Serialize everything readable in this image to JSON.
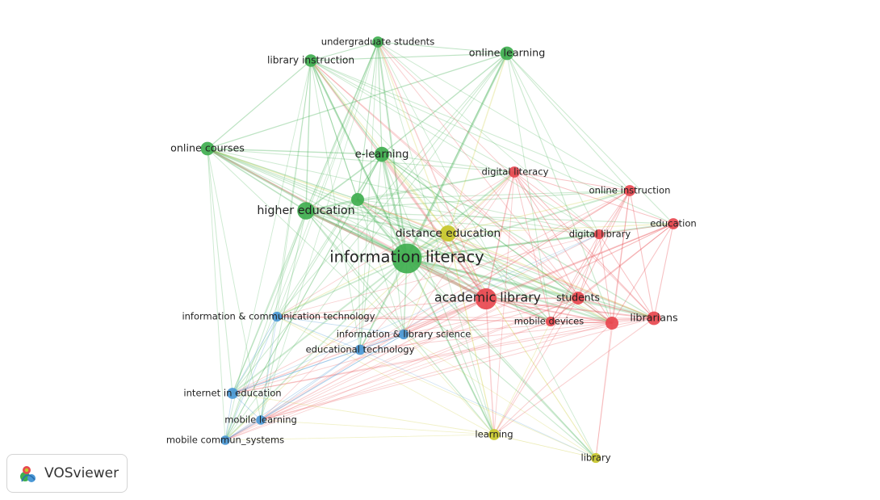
{
  "clusters": {
    "green": "#3fae4f",
    "red": "#e8484f",
    "blue": "#4a98d6",
    "yellow": "#c8c72a"
  },
  "nodes": [
    {
      "id": "information-literacy",
      "label": "information literacy",
      "cluster": "green",
      "weight": 10
    },
    {
      "id": "higher-education",
      "label": "higher education",
      "cluster": "green",
      "weight": 5
    },
    {
      "id": "e-learning",
      "label": "e-learning",
      "cluster": "green",
      "weight": 4
    },
    {
      "id": "online-learning",
      "label": "online learning",
      "cluster": "green",
      "weight": 3.5
    },
    {
      "id": "online-courses",
      "label": "online courses",
      "cluster": "green",
      "weight": 3.5
    },
    {
      "id": "library-instruction",
      "label": "library instruction",
      "cluster": "green",
      "weight": 3
    },
    {
      "id": "undergraduate-students",
      "label": "undergraduate students",
      "cluster": "green",
      "weight": 2.5
    },
    {
      "id": "unlabeled-green",
      "label": "",
      "cluster": "green",
      "weight": 3.2
    },
    {
      "id": "academic-library",
      "label": "academic library",
      "cluster": "red",
      "weight": 6.5
    },
    {
      "id": "librarians",
      "label": "librarians",
      "cluster": "red",
      "weight": 3.5
    },
    {
      "id": "students",
      "label": "students",
      "cluster": "red",
      "weight": 3.2
    },
    {
      "id": "digital-literacy",
      "label": "digital literacy",
      "cluster": "red",
      "weight": 2.5
    },
    {
      "id": "online-instruction",
      "label": "online instruction",
      "cluster": "red",
      "weight": 2.5
    },
    {
      "id": "education",
      "label": "education",
      "cluster": "red",
      "weight": 2.5
    },
    {
      "id": "digital-library",
      "label": "digital library",
      "cluster": "red",
      "weight": 2
    },
    {
      "id": "mobile-devices",
      "label": "mobile devices",
      "cluster": "red",
      "weight": 2
    },
    {
      "id": "unlabeled-red",
      "label": "",
      "cluster": "red",
      "weight": 3.2
    },
    {
      "id": "distance-education",
      "label": "distance education",
      "cluster": "yellow",
      "weight": 4.5
    },
    {
      "id": "learning",
      "label": "learning",
      "cluster": "yellow",
      "weight": 2.5
    },
    {
      "id": "library",
      "label": "library",
      "cluster": "yellow",
      "weight": 2
    },
    {
      "id": "information-communication-technology",
      "label": "information & communication technology",
      "cluster": "blue",
      "weight": 2
    },
    {
      "id": "information-library-science",
      "label": "information & library science",
      "cluster": "blue",
      "weight": 2
    },
    {
      "id": "educational-technology",
      "label": "educational technology",
      "cluster": "blue",
      "weight": 2.2
    },
    {
      "id": "internet-in-education",
      "label": "internet in education",
      "cluster": "blue",
      "weight": 2.5
    },
    {
      "id": "mobile-learning",
      "label": "mobile learning",
      "cluster": "blue",
      "weight": 1.8
    },
    {
      "id": "mobile-commun-systems",
      "label": "mobile commun_systems",
      "cluster": "blue",
      "weight": 1.8
    }
  ],
  "brand": {
    "name": "VOSviewer",
    "logo_icon": "vosviewer-logo-icon"
  }
}
